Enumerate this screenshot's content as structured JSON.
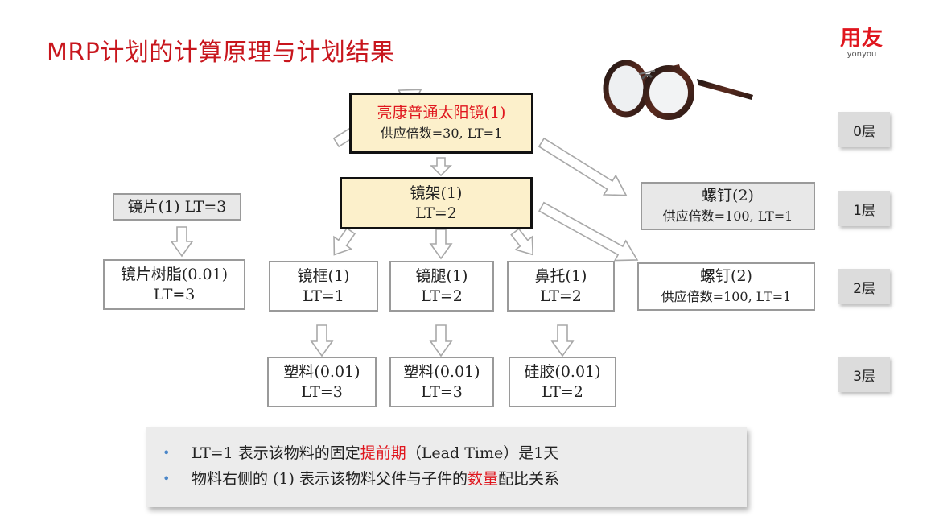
{
  "title": "MRP计划的计算原理与计划结果",
  "logo": {
    "text": "用友",
    "sub": "yonyou"
  },
  "colors": {
    "accent_red": "#c8161d",
    "highlight_fill": "#fcf0cb",
    "bullet_blue": "#4a86c8"
  },
  "nodes": {
    "root": {
      "line1": "亮康普通太阳镜(1)",
      "line2": "供应倍数=30, LT=1"
    },
    "lens": {
      "line1": "镜片(1) LT=3"
    },
    "frame": {
      "line1": "镜架(1)",
      "line2": "LT=2"
    },
    "screw1": {
      "line1": "螺钉(2)",
      "line2": "供应倍数=100, LT=1"
    },
    "lens_resin": {
      "line1": "镜片树脂(0.01)",
      "line2": "LT=3"
    },
    "rim": {
      "line1": "镜框(1)",
      "line2": "LT=1"
    },
    "temple": {
      "line1": "镜腿(1)",
      "line2": "LT=2"
    },
    "nose_pad": {
      "line1": "鼻托(1)",
      "line2": "LT=2"
    },
    "screw2": {
      "line1": "螺钉(2)",
      "line2": "供应倍数=100, LT=1"
    },
    "plastic1": {
      "line1": "塑料(0.01)",
      "line2": "LT=3"
    },
    "plastic2": {
      "line1": "塑料(0.01)",
      "line2": "LT=3"
    },
    "silicone": {
      "line1": "硅胶(0.01)",
      "line2": "LT=2"
    }
  },
  "layers": [
    "0层",
    "1层",
    "2层",
    "3层"
  ],
  "notes": {
    "note1": {
      "pre": "LT=1 表示该物料的固定",
      "highlight": "提前期",
      "post": "（Lead Time）是1天"
    },
    "note2": {
      "pre": "物料右侧的 (1) 表示该物料父件与子件的",
      "highlight": "数量",
      "post": "配比关系"
    }
  }
}
